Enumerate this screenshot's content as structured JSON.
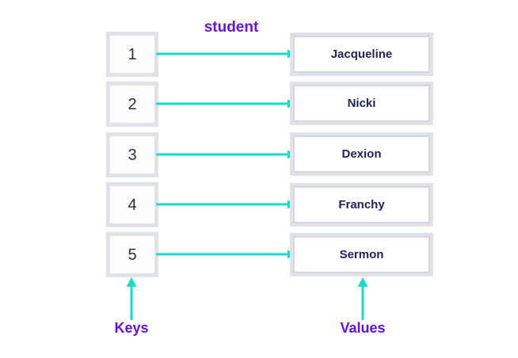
{
  "diagram": {
    "title": "student",
    "accent_color": "#6611dd",
    "arrow_color": "#16ddc8",
    "value_text_color": "#23215e",
    "key_text_color": "#2b2f44",
    "box_border_color": "#d5d7dc",
    "box_shadow_color": "#dfe2e6",
    "background_color": "#ffffff",
    "keys_caption": "Keys",
    "values_caption": "Values",
    "pairs": [
      {
        "key": "1",
        "value": "Jacqueline"
      },
      {
        "key": "2",
        "value": "Nicki"
      },
      {
        "key": "3",
        "value": "Dexion"
      },
      {
        "key": "4",
        "value": "Franchy"
      },
      {
        "key": "5",
        "value": "Sermon"
      }
    ],
    "icons": {
      "map_arrow": "arrow-right-icon",
      "caption_arrow": "arrow-up-icon"
    }
  }
}
